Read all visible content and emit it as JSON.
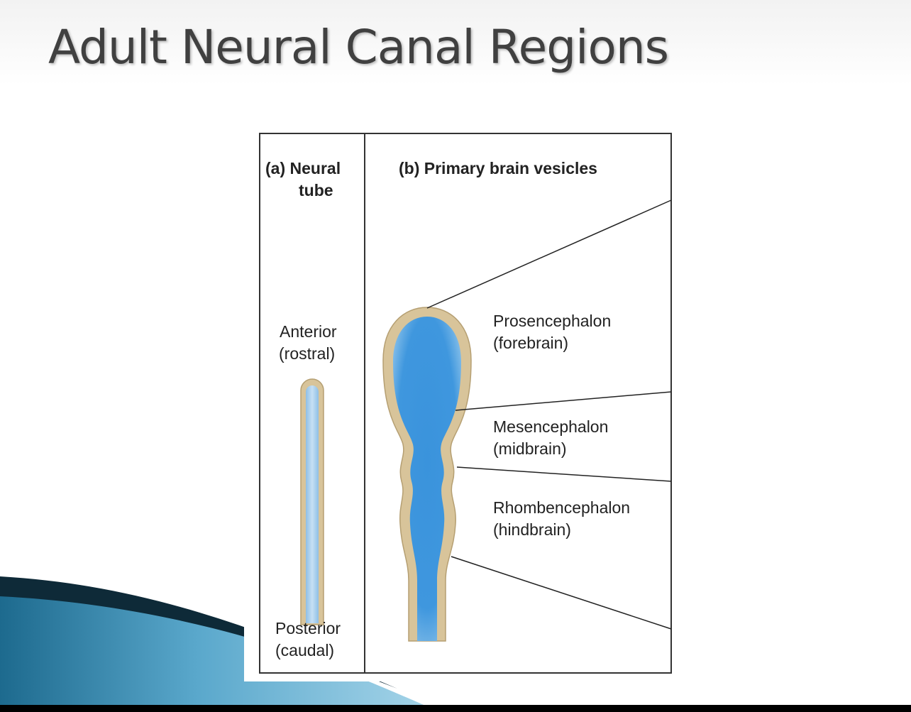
{
  "slide": {
    "title": "Adult Neural Canal Regions"
  },
  "figure": {
    "panel_a": {
      "heading_line1": "(a) Neural",
      "heading_line2": "tube",
      "top_label_line1": "Anterior",
      "top_label_line2": "(rostral)",
      "bottom_label_line1": "Posterior",
      "bottom_label_line2": "(caudal)"
    },
    "panel_b": {
      "heading": "(b) Primary brain vesicles",
      "regions": [
        {
          "name": "Prosencephalon",
          "common": "(forebrain)"
        },
        {
          "name": "Mesencephalon",
          "common": "(midbrain)"
        },
        {
          "name": "Rhombencephalon",
          "common": "(hindbrain)"
        }
      ]
    },
    "colors": {
      "tissue": "#d8c49a",
      "canal": "#3f97de",
      "canal_light": "#a9d0ee",
      "frame": "#333333"
    }
  },
  "decor": {
    "accent_dark": "#1f5f7f",
    "accent_light": "#8ec6de"
  }
}
